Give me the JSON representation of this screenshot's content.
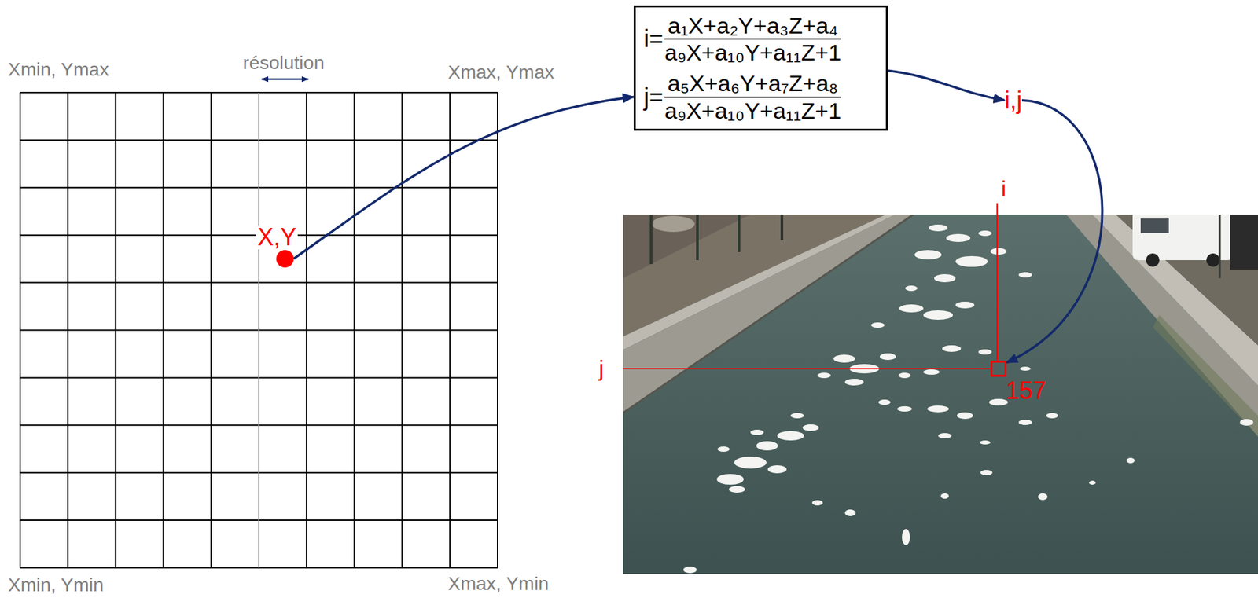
{
  "diagram": {
    "nodes": [
      {
        "text": [
          "X,Y"
        ]
      },
      {
        "text": [
          "i=",
          "a₁X+a₂Y+a₃Z+a₄",
          "a₉X+a₁₀Y+a₁₁Z+1",
          "j=",
          "a₅X+a₆Y+a₇Z+a₈",
          "a₉X+a₁₀Y+a₁₁Z+1"
        ]
      },
      {
        "text": [
          "i,j"
        ]
      },
      {
        "text": [
          "157"
        ]
      }
    ],
    "edges": [
      {
        "from": 0,
        "to": 1,
        "arrow": "to"
      },
      {
        "from": 1,
        "to": 2,
        "arrow": "to"
      },
      {
        "from": 2,
        "to": 3,
        "arrow": "to"
      }
    ],
    "labels": [
      "Xmin, Ymax",
      "résolution",
      "Xmax, Ymax",
      "Xmin, Ymin",
      "Xmax, Ymin",
      "i",
      "j"
    ]
  }
}
